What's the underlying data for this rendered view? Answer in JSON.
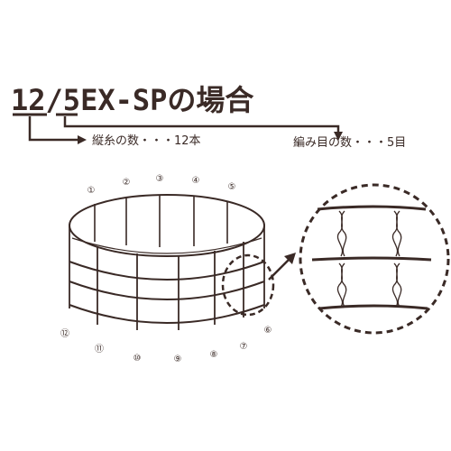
{
  "title": "12/5EX-SPの場合",
  "annotations": {
    "vertical_count": "縦糸の数・・・12本",
    "mesh_count": "編み目の数・・・5目"
  },
  "strand_numbers": [
    "①",
    "②",
    "③",
    "④",
    "⑤",
    "⑥",
    "⑦",
    "⑧",
    "⑨",
    "⑩",
    "⑪",
    "⑫"
  ],
  "colors": {
    "ink": "#3a2a26",
    "background": "#ffffff"
  }
}
